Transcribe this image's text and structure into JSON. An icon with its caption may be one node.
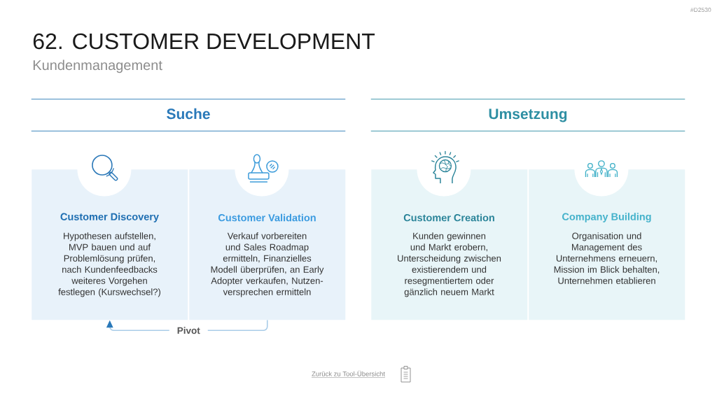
{
  "diagram": {
    "title": "62. CUSTOMER DEVELOPMENT",
    "nodes": [
      {
        "text": [
          "Suche"
        ]
      },
      {
        "text": [
          "Umsetzung"
        ]
      },
      {
        "text": [
          "Customer Discovery",
          "Hypothesen aufstellen, MVP bauen und auf Problemlösung prüfen, nach Kundenfeedbacks weiteres Vorgehen festlegen (Kurswechsel?)"
        ]
      },
      {
        "text": [
          "Customer Validation",
          "Verkauf vorbereiten und Sales Roadmap ermitteln, Finanzielles Modell überprüfen, an Early Adopter verkaufen, Nutzen- versprechen ermitteln"
        ]
      },
      {
        "text": [
          "Customer Creation",
          "Kunden gewinnen und Markt erobern, Unterscheidung zwischen existierendem und resegmentiertem oder gänzlich neuem Markt"
        ]
      },
      {
        "text": [
          "Company Building",
          "Organisation und Management des Unternehmens erneuern, Mission im Blick behalten, Unternehmen etablieren"
        ]
      }
    ],
    "edges": [
      {
        "from": 3,
        "to": 2,
        "arrow": "to",
        "label": "Pivot"
      }
    ],
    "labels": [
      "#D2530",
      "Kundenmanagement",
      "Zurück zu Tool-Übersicht"
    ]
  }
}
